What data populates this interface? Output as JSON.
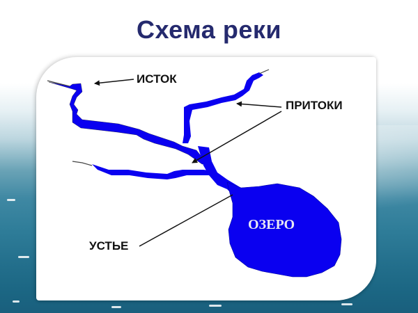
{
  "slide": {
    "title": "Схема реки",
    "title_color": "#252a6e",
    "background": "ocean water photo"
  },
  "diagram": {
    "water_color": "#0a00f0",
    "labels": {
      "source": "ИСТОК",
      "tributaries": "ПРИТОКИ",
      "mouth": "УСТЬЕ",
      "lake": "ОЗЕРО"
    },
    "arrows": [
      {
        "from": "ИСТОК",
        "points_to": "river source"
      },
      {
        "from": "ПРИТОКИ",
        "points_to": "upper tributary"
      },
      {
        "from": "ПРИТОКИ",
        "points_to": "lower tributary"
      },
      {
        "from": "УСТЬЕ",
        "points_to": "river mouth at lake"
      }
    ]
  }
}
